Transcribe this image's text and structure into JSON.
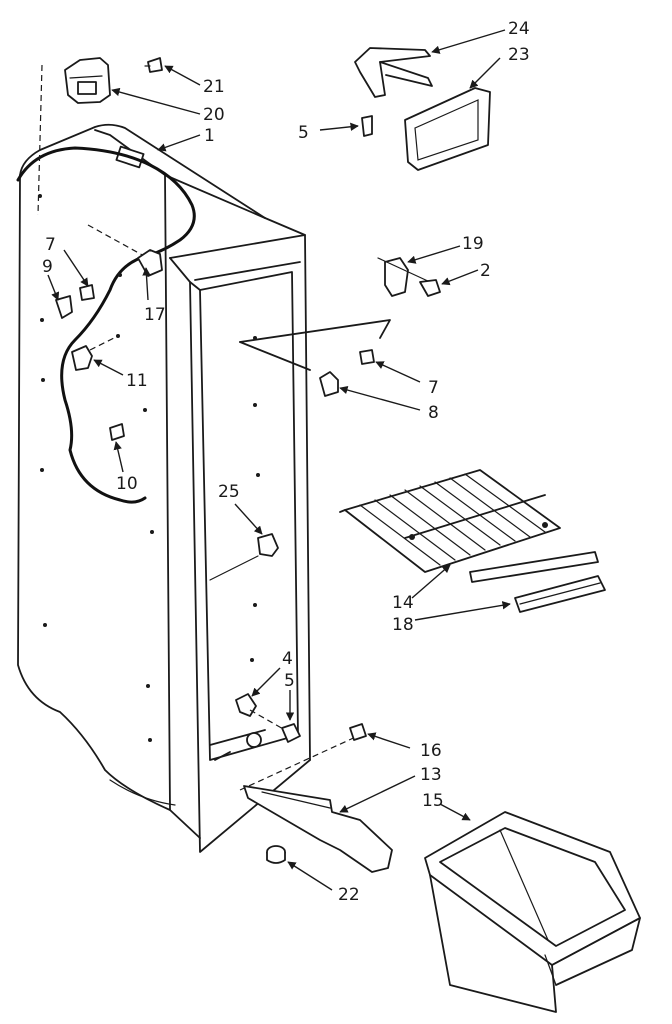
{
  "callouts": [
    {
      "id": "c24",
      "label": "24"
    },
    {
      "id": "c23",
      "label": "23"
    },
    {
      "id": "c21",
      "label": "21"
    },
    {
      "id": "c20",
      "label": "20"
    },
    {
      "id": "c1",
      "label": "1"
    },
    {
      "id": "c5a",
      "label": "5"
    },
    {
      "id": "c19",
      "label": "19"
    },
    {
      "id": "c2",
      "label": "2"
    },
    {
      "id": "c7a",
      "label": "7"
    },
    {
      "id": "c9",
      "label": "9"
    },
    {
      "id": "c17",
      "label": "17"
    },
    {
      "id": "c11",
      "label": "11"
    },
    {
      "id": "c7b",
      "label": "7"
    },
    {
      "id": "c8",
      "label": "8"
    },
    {
      "id": "c10",
      "label": "10"
    },
    {
      "id": "c25",
      "label": "25"
    },
    {
      "id": "c14",
      "label": "14"
    },
    {
      "id": "c18",
      "label": "18"
    },
    {
      "id": "c4",
      "label": "4"
    },
    {
      "id": "c5b",
      "label": "5"
    },
    {
      "id": "c16",
      "label": "16"
    },
    {
      "id": "c13",
      "label": "13"
    },
    {
      "id": "c15",
      "label": "15"
    },
    {
      "id": "c22",
      "label": "22"
    }
  ]
}
